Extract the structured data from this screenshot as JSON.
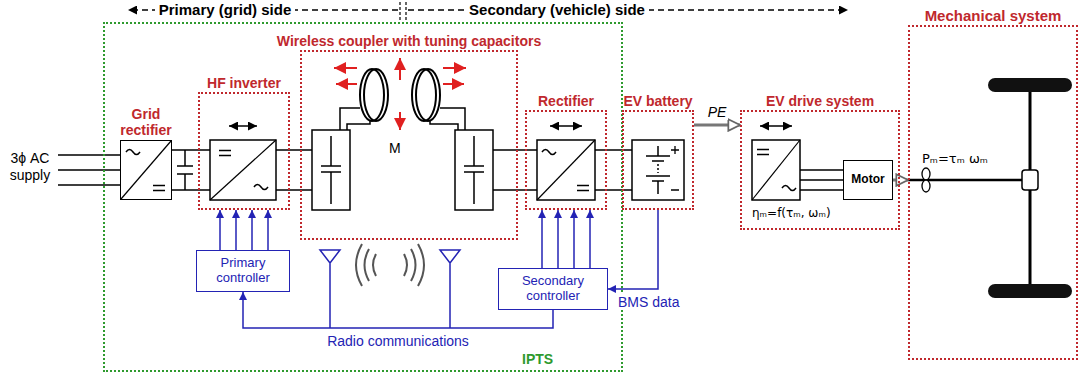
{
  "diagram": {
    "nodes": [
      {
        "text": [
          "IPTS"
        ]
      },
      {
        "text": [
          "Grid rectifier"
        ],
        "in": 0
      },
      {
        "text": [
          "HF inverter"
        ],
        "in": 0
      },
      {
        "text": [
          "Wireless coupler with tuning capacitors"
        ],
        "in": 0
      },
      {
        "text": [
          "Rectifier"
        ],
        "in": 0
      },
      {
        "text": [
          "Primary controller"
        ],
        "in": 0
      },
      {
        "text": [
          "Secondary controller"
        ],
        "in": 0
      },
      {
        "text": [
          "EV battery"
        ]
      },
      {
        "text": [
          "EV drive system"
        ]
      },
      {
        "text": [
          "Motor"
        ],
        "in": 8
      },
      {
        "text": [
          "Mechanical system"
        ]
      }
    ],
    "edges": [
      {
        "from": 1,
        "to": 2,
        "arrow": "none"
      },
      {
        "from": 2,
        "to": 3,
        "arrow": "none"
      },
      {
        "from": 3,
        "to": 4,
        "arrow": "none"
      },
      {
        "from": 4,
        "to": 7,
        "arrow": "none"
      },
      {
        "from": 7,
        "to": 8,
        "arrow": "to",
        "label": "PE"
      },
      {
        "from": 9,
        "to": 10,
        "arrow": "to",
        "label": "Pₘ=τₘ ωₘ"
      },
      {
        "from": 5,
        "to": 2,
        "arrow": "to"
      },
      {
        "from": 6,
        "to": 4,
        "arrow": "to"
      },
      {
        "from": 7,
        "to": 6,
        "arrow": "to",
        "label": "BMS data"
      },
      {
        "from": 6,
        "to": 5,
        "arrow": "to",
        "label": "Radio communications"
      }
    ],
    "labels": [
      "Primary (grid) side",
      "Secondary (vehicle) side",
      "3ϕ AC supply",
      "M",
      "ηₘ=f(τₘ, ωₘ)"
    ]
  }
}
